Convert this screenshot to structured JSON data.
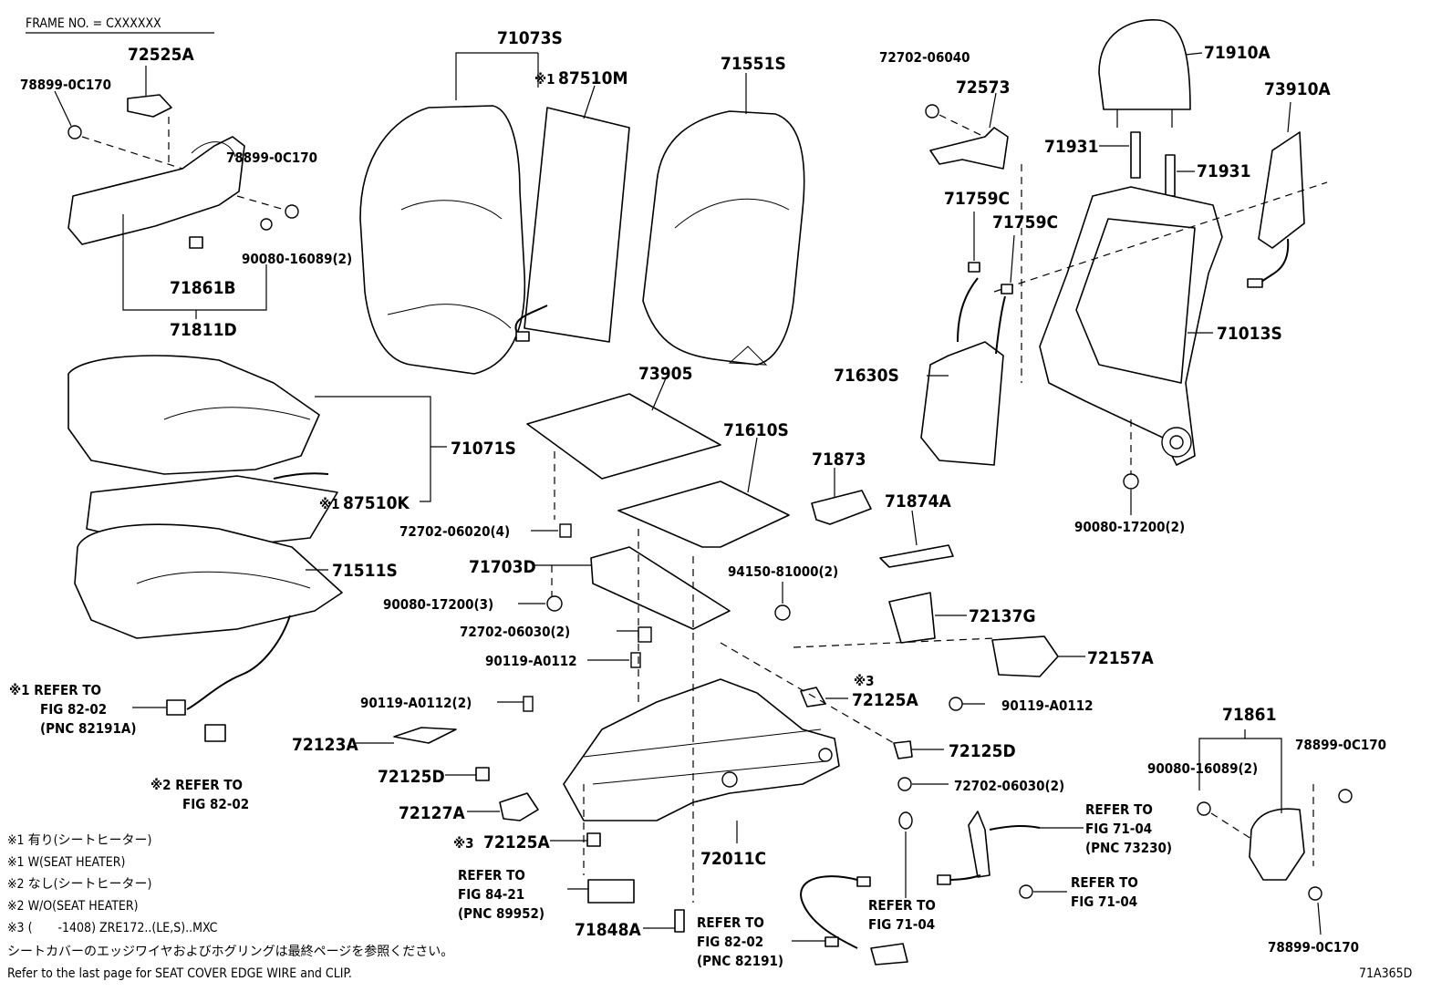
{
  "frame_no": "FRAME NO. = CXXXXXX",
  "diagram_code": "71A365D",
  "parts": {
    "p72525A": "72525A",
    "p78899_0C170_a": "78899-0C170",
    "p78899_0C170_b": "78899-0C170",
    "p90080_16089_a": "90080-16089(2)",
    "p71861B": "71861B",
    "p71811D": "71811D",
    "p71073S": "71073S",
    "p87510M": "87510M",
    "p71551S": "71551S",
    "p72702_06040": "72702-06040",
    "p72573": "72573",
    "p71910A": "71910A",
    "p73910A": "73910A",
    "p71931_a": "71931",
    "p71931_b": "71931",
    "p71759C_a": "71759C",
    "p71759C_b": "71759C",
    "p71013S": "71013S",
    "p71630S": "71630S",
    "p71071S": "71071S",
    "p87510K": "87510K",
    "p71511S": "71511S",
    "p73905": "73905",
    "p71610S": "71610S",
    "p71873": "71873",
    "p71874A": "71874A",
    "p90080_17200_2": "90080-17200(2)",
    "p72702_06020": "72702-06020(4)",
    "p71703D": "71703D",
    "p94150_81000": "94150-81000(2)",
    "p90080_17200_3": "90080-17200(3)",
    "p72702_06030_a": "72702-06030(2)",
    "p90119_A0112_a": "90119-A0112",
    "p72137G": "72137G",
    "p72157A": "72157A",
    "p90119_A0112_2": "90119-A0112(2)",
    "p72125A_a": "72125A",
    "p90119_A0112_b": "90119-A0112",
    "p72123A": "72123A",
    "p72125D_a": "72125D",
    "p72125D_b": "72125D",
    "p72702_06030_b": "72702-06030(2)",
    "p71861": "71861",
    "p90080_16089_b": "90080-16089(2)",
    "p78899_0C170_c": "78899-0C170",
    "p78899_0C170_d": "78899-0C170",
    "p72127A": "72127A",
    "p72125A_b": "72125A",
    "p72011C": "72011C",
    "p71848A": "71848A"
  },
  "marks": {
    "m1_87510M": "※1",
    "m1_87510K": "※1",
    "m3_72125A_a": "※3",
    "m3_72125A_b": "※3"
  },
  "refs": {
    "left_82_02_a": [
      "※1 REFER TO",
      "FIG 82-02",
      "(PNC 82191A)"
    ],
    "left_82_02_b": [
      "※2 REFER TO",
      "FIG 82-02"
    ],
    "ref_84_21": [
      "REFER TO",
      "FIG 84-21",
      "(PNC 89952)"
    ],
    "ref_82_02_c": [
      "REFER TO",
      "FIG 82-02",
      "(PNC 82191)"
    ],
    "ref_71_04_a": [
      "REFER TO",
      "FIG 71-04"
    ],
    "ref_71_04_b": [
      "REFER TO",
      "FIG 71-04",
      "(PNC 73230)"
    ],
    "ref_71_04_c": [
      "REFER TO",
      "FIG 71-04"
    ]
  },
  "notes": [
    "※1 有り(シートヒーター)",
    "※1 W(SEAT HEATER)",
    "※2 なし(シートヒーター)",
    "※2 W/O(SEAT HEATER)",
    "※3 (       -1408) ZRE172..(LE,S)..MXC",
    "シートカバーのエッジワイヤおよびホグリングは最終ページを参照ください。",
    "Refer to the last page for SEAT COVER EDGE WIRE and CLIP."
  ]
}
